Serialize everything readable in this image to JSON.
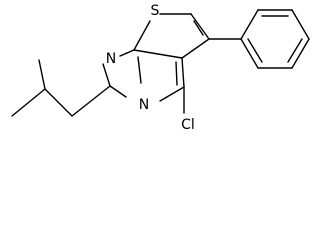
{
  "molecule": {
    "atom_labels": {
      "sulfur": "S",
      "nitrogen_top": "N",
      "nitrogen_bottom": "N",
      "chlorine": "Cl"
    },
    "colors": {
      "bond": "#000000",
      "label": "#000000",
      "background": "#ffffff"
    }
  }
}
